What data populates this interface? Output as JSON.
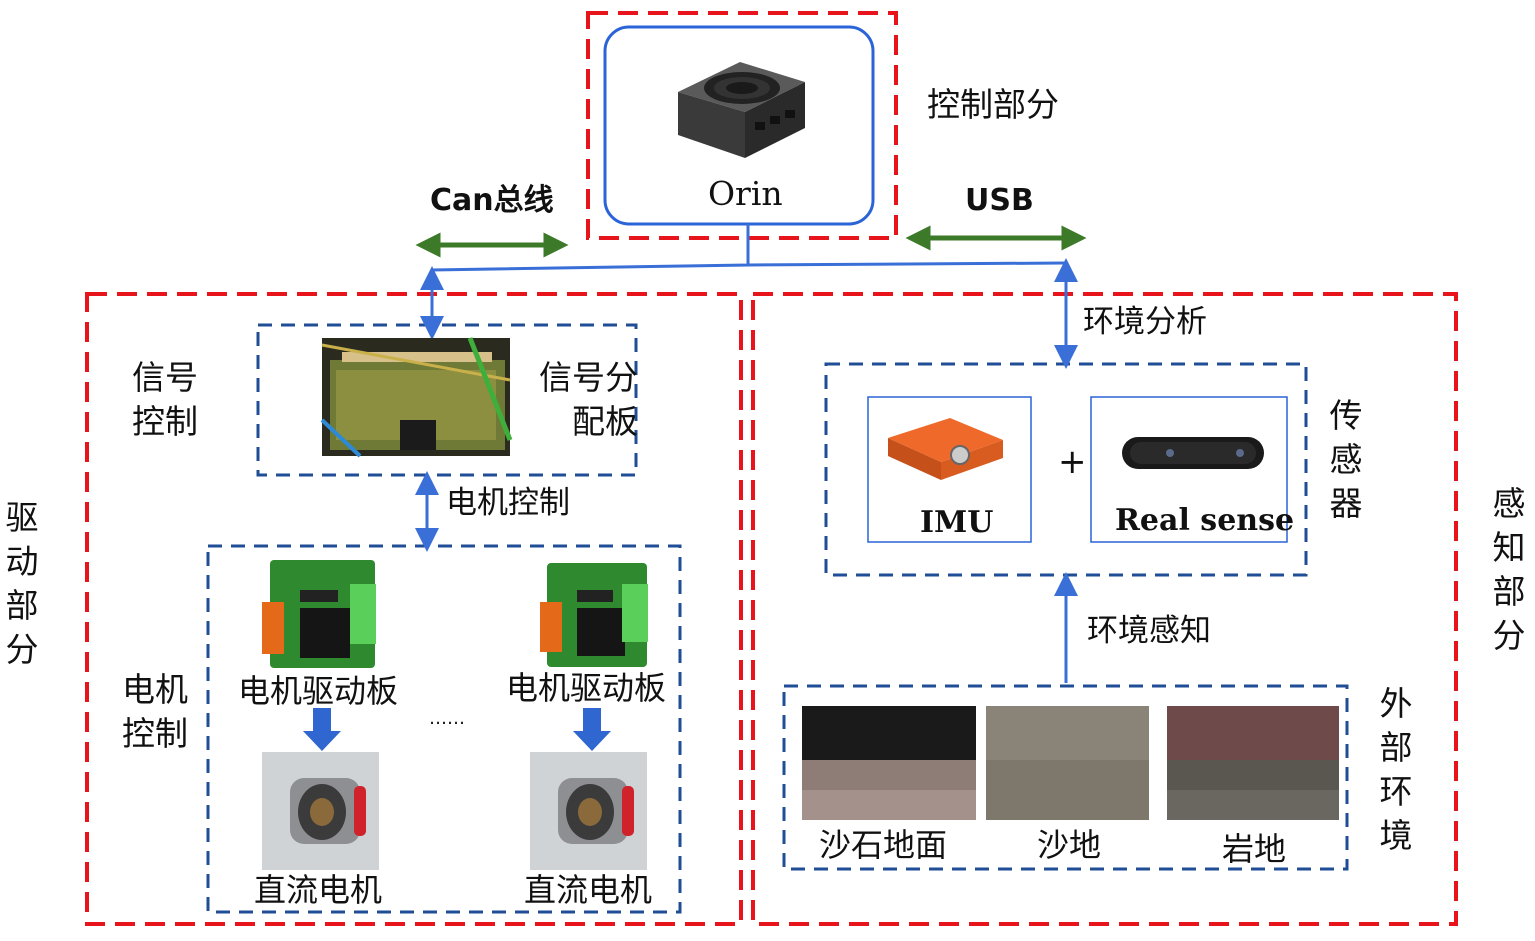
{
  "colors": {
    "red_dash": "#e8141c",
    "blue_dash": "#1f4e96",
    "blue_line": "#3a6fd8",
    "green_arrow": "#3c7a2a",
    "arrow_down": "#2f66d0"
  },
  "control": {
    "label": "控制部分",
    "device": "Orin"
  },
  "links": {
    "can": "Can总线",
    "usb": "USB",
    "env_analysis": "环境分析",
    "env_perception": "环境感知",
    "motor_control": "电机控制"
  },
  "drive": {
    "label": "驱动部分",
    "signal_label": "信号控制",
    "board_label": "信号分配板",
    "motor_label": "电机控制",
    "driver_board_1": "电机驱动板",
    "driver_board_2": "电机驱动板",
    "ellipsis": "……",
    "motor_1": "直流电机",
    "motor_2": "直流电机"
  },
  "sense": {
    "label": "感知部分",
    "sensor_label": "传感器",
    "imu": "IMU",
    "plus": "+",
    "realsense": "Real sense",
    "env_label": "外部环境",
    "terrain": [
      "沙石地面",
      "沙地",
      "岩地"
    ]
  }
}
